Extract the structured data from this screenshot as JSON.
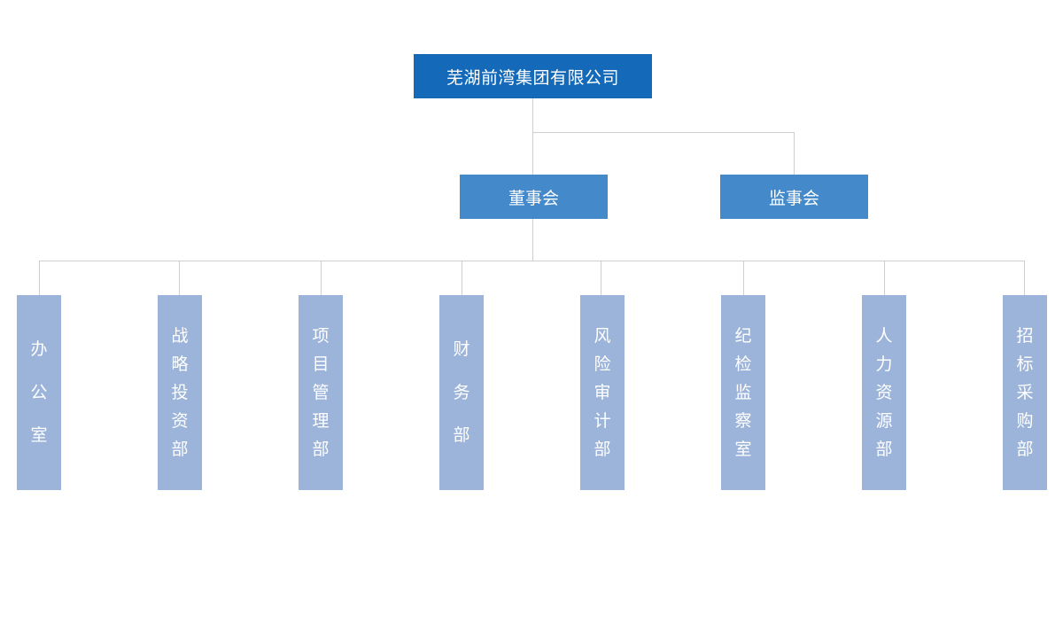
{
  "org_chart": {
    "root": {
      "label": "芜湖前湾集团有限公司"
    },
    "boards": [
      {
        "label": "董事会"
      },
      {
        "label": "监事会"
      }
    ],
    "departments": [
      {
        "label": "办公室"
      },
      {
        "label": "战略投资部"
      },
      {
        "label": "项目管理部"
      },
      {
        "label": "财务部"
      },
      {
        "label": "风险审计部"
      },
      {
        "label": "纪检监察室"
      },
      {
        "label": "人力资源部"
      },
      {
        "label": "招标采购部"
      }
    ]
  },
  "colors": {
    "root_fill": "#1469b8",
    "board_fill": "#4489c9",
    "department_fill": "#9cb4d9",
    "connector_line": "#cfcfcf",
    "text": "#ffffff",
    "background": "#ffffff"
  }
}
